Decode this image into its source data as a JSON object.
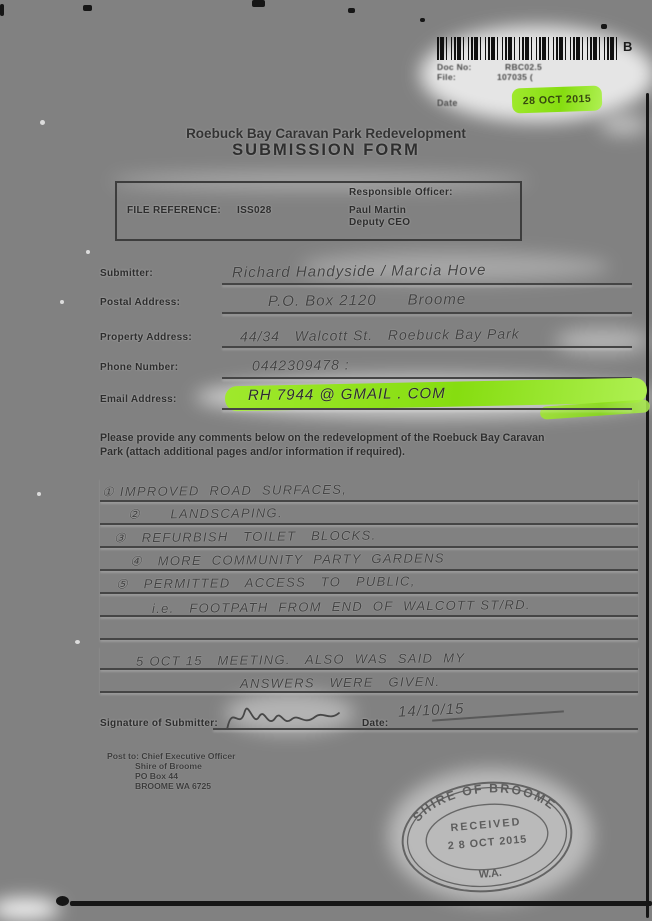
{
  "header": {
    "barcode_suffix": "B",
    "doc_no_label": "Doc No:",
    "file_label": "File:",
    "doc_no_value": "RBC02.5",
    "file_value": "107035 (",
    "date_label": "Date",
    "date_stamp": "28 OCT 2015"
  },
  "title": {
    "line1": "Roebuck Bay Caravan Park Redevelopment",
    "line2": "SUBMISSION FORM"
  },
  "reference_box": {
    "file_reference_label": "FILE REFERENCE:",
    "file_reference_value": "ISS028",
    "responsible_officer_label": "Responsible Officer:",
    "officer_name": "Paul Martin",
    "officer_title": "Deputy CEO"
  },
  "fields": [
    {
      "label": "Submitter:",
      "value": "Richard Handyside / Marcia Hove"
    },
    {
      "label": "Postal Address:",
      "value": "P.O. Box 2120      Broome"
    },
    {
      "label": "Property Address:",
      "value": "44/34   Walcott St.   Roebuck Bay Park"
    },
    {
      "label": "Phone Number:",
      "value": "0442309478 :"
    },
    {
      "label": "Email Address:",
      "value": "RH 7944 @ GMAIL . COM"
    }
  ],
  "comments_prompt": "Please provide any comments below on the redevelopment of the Roebuck Bay Caravan Park (attach additional pages and/or information if required).",
  "comments": [
    {
      "text": "① IMPROVED  ROAD  SURFACES,"
    },
    {
      "text": "②      LANDSCAPING."
    },
    {
      "text": "③   REFURBISH   TOILET   BLOCKS."
    },
    {
      "text": "④   MORE  COMMUNITY  PARTY  GARDENS"
    },
    {
      "text": "⑤   PERMITTED   ACCESS   TO   PUBLIC,"
    },
    {
      "text": "i.e.   FOOTPATH  FROM  END  OF  WALCOTT ST/RD."
    },
    {
      "text": ""
    },
    {
      "text": "5 OCT 15   MEETING.   ALSO  WAS  SAID  MY"
    },
    {
      "text": "ANSWERS   WERE   GIVEN."
    }
  ],
  "signature_row": {
    "signature_label": "Signature of Submitter:",
    "date_label": "Date:",
    "date_value": "14/10/15"
  },
  "footer_address": {
    "line1": "Post to: Chief Executive Officer",
    "line2": "Shire of Broome",
    "line3": "PO Box 44",
    "line4": "BROOME WA 6725"
  },
  "stamp": {
    "top_text": "SHIRE  OF  BROOME",
    "received": "RECEIVED",
    "date": "2 8  OCT  2015",
    "bottom_text": "W.A."
  },
  "colors": {
    "highlight_green": "#8ddc1c",
    "scan_gray": "#818181",
    "ink": "#3a3a3a"
  }
}
